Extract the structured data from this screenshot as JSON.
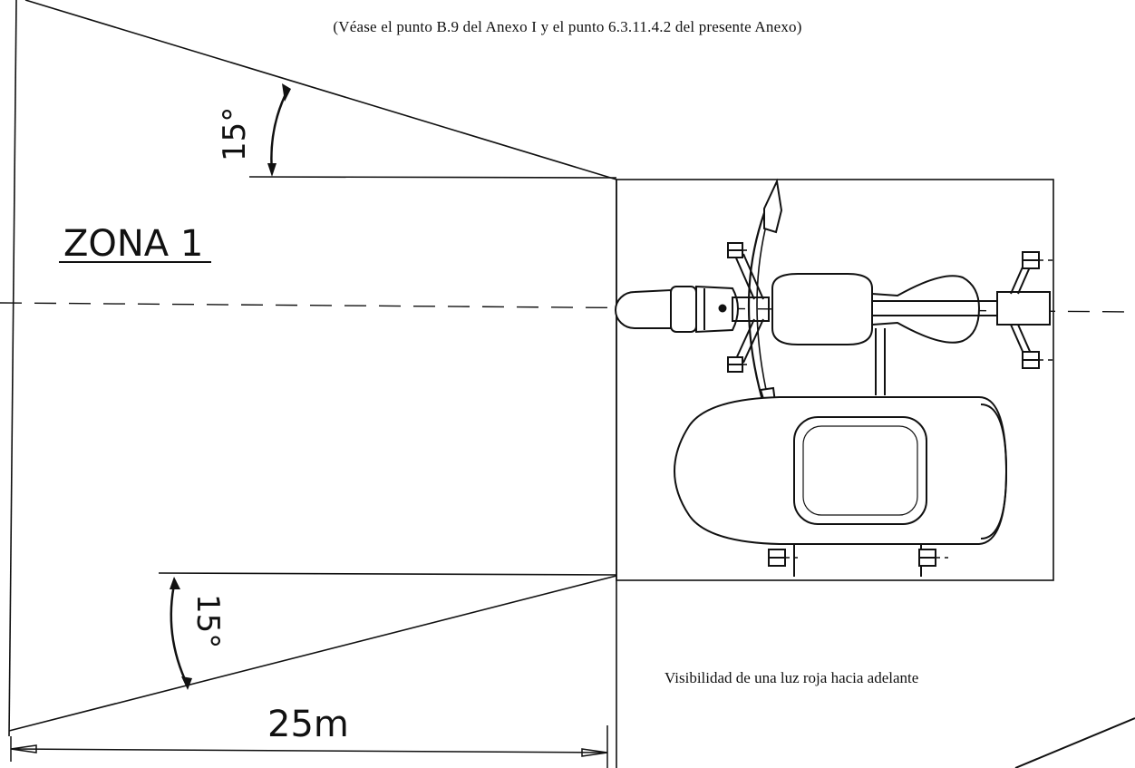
{
  "header": {
    "reference_note": "(Véase el punto B.9 del Anexo I y el punto 6.3.11.4.2 del presente Anexo)"
  },
  "diagram": {
    "zone_label": "ZONA 1",
    "angle_upper": "15°",
    "angle_lower": "15°",
    "distance": "25m",
    "caption": "Visibilidad de una luz roja hacia adelante"
  }
}
